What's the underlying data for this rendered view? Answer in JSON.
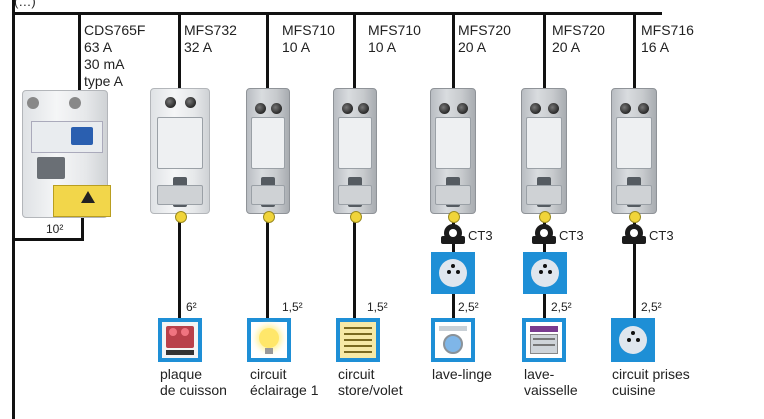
{
  "top_label": "(…)",
  "main": {
    "name": "CDS765F",
    "specs": [
      "63 A",
      "30 mA",
      "type A"
    ],
    "cable": "10²"
  },
  "breakers": [
    {
      "id": "mfs732",
      "name": "MFS732",
      "rating": "32 A",
      "section": "6²",
      "ct": "",
      "icon": "cooktop-icon",
      "caption": "plaque\nde cuisson"
    },
    {
      "id": "mfs710a",
      "name": "MFS710",
      "rating": "10 A",
      "section": "1,5²",
      "ct": "",
      "icon": "light-bulb-icon",
      "caption": "circuit\néclairage 1"
    },
    {
      "id": "mfs710b",
      "name": "MFS710",
      "rating": "10 A",
      "section": "1,5²",
      "ct": "",
      "icon": "shutter-icon",
      "caption": "circuit\nstore/volet"
    },
    {
      "id": "mfs720a",
      "name": "MFS720",
      "rating": "20 A",
      "section": "2,5²",
      "ct": "CT3",
      "icon": "washing-machine-icon",
      "caption": "lave-linge"
    },
    {
      "id": "mfs720b",
      "name": "MFS720",
      "rating": "20 A",
      "section": "2,5²",
      "ct": "CT3",
      "icon": "dishwasher-icon",
      "caption": "lave-\nvaisselle"
    },
    {
      "id": "mfs716",
      "name": "MFS716",
      "rating": "16 A",
      "section": "2,5²",
      "ct": "CT3",
      "icon": "socket-icon",
      "caption": "circuit prises\ncuisine"
    }
  ],
  "colors": {
    "icon_blue": "#1e8fd6",
    "wire": "#111111",
    "fuse_yellow": "#f2d64a"
  }
}
